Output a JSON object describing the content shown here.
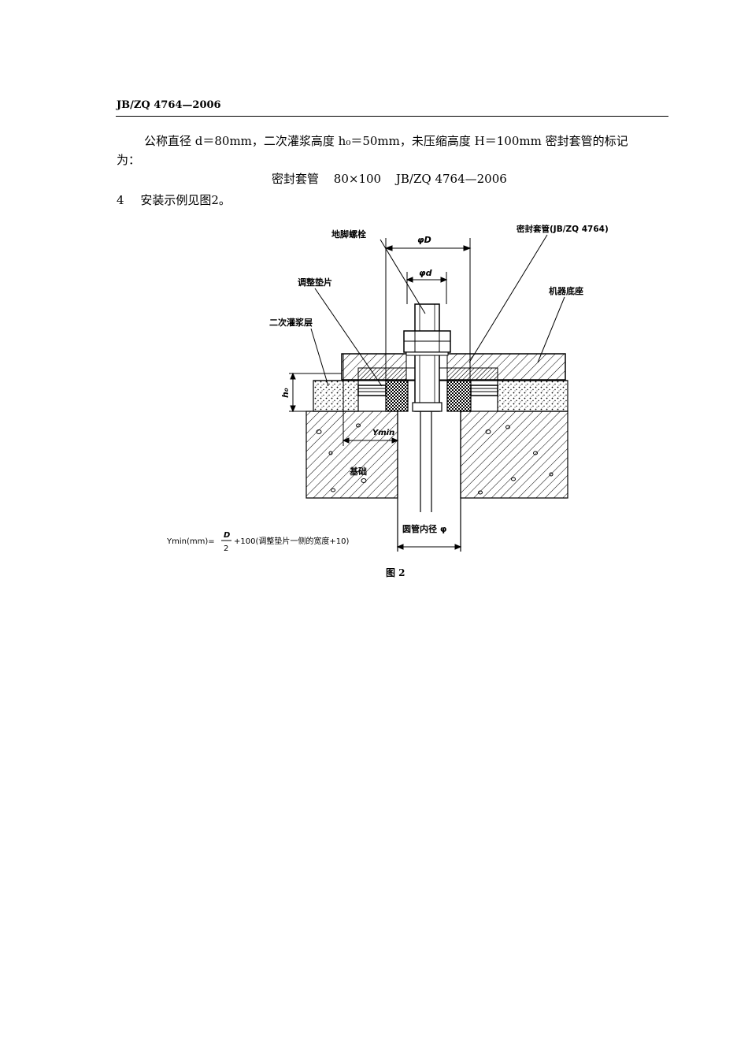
{
  "header": {
    "standard_id": "JB/ZQ 4764—2006"
  },
  "paragraph": {
    "line1": "公称直径 d＝80mm，二次灌浆高度 h₀＝50mm，未压缩高度 H＝100mm 密封套管的标记",
    "line2": "为："
  },
  "marking": {
    "name": "密封套管",
    "size": "80×100",
    "standard": "JB/ZQ 4764—2006"
  },
  "section": {
    "number": "4",
    "text": "安装示例见图2。"
  },
  "figure": {
    "labels": {
      "anchor_bolt": "地脚螺栓",
      "phi_D": "φD",
      "seal_sleeve": "密封套管(JB/ZQ 4764)",
      "phi_d": "φd",
      "adjust_shim": "调整垫片",
      "machine_base": "机器底座",
      "grout_layer": "二次灌浆层",
      "h0": "h₀",
      "ymin": "Ymin",
      "foundation": "基础",
      "pipe_inner_dia": "圆管内径 φ"
    },
    "formula": {
      "lhs": "Ymin(mm)=",
      "numerator": "D",
      "denominator": "2",
      "rhs": "+100(调整垫片一侧的宽度+10)"
    },
    "caption": "图 2"
  }
}
